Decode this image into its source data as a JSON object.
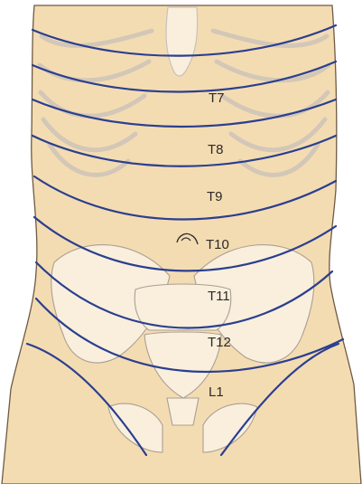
{
  "labels": {
    "t7": "T7",
    "t8": "T8",
    "t9": "T9",
    "t10": "T10",
    "t11": "T11",
    "t12": "T12",
    "l1": "L1"
  },
  "colors": {
    "skin": "#f4dcb2",
    "skin_outline": "#6e5a44",
    "bone": "#f9efdc",
    "bone_shade": "#cfc7bf",
    "dermatome_line": "#2a3f8f",
    "label_text": "#2a2a2a"
  }
}
